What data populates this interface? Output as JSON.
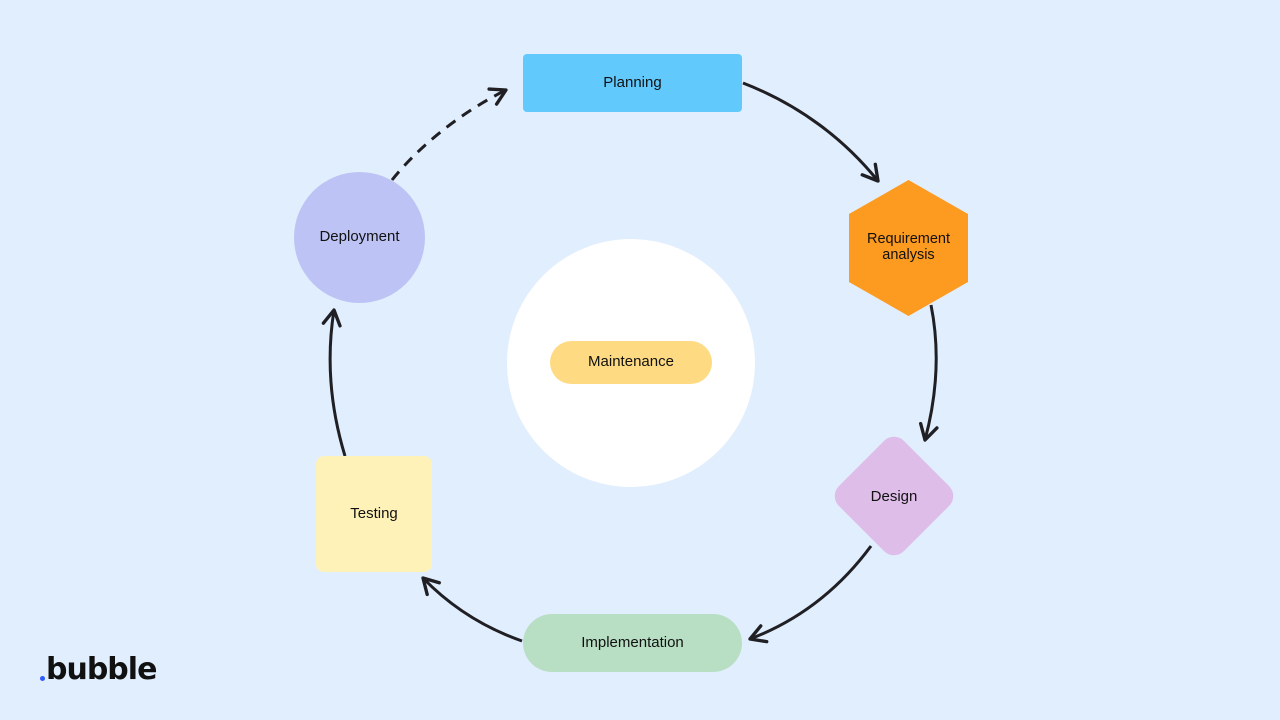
{
  "diagram": {
    "stages": {
      "planning": "Planning",
      "requirement_line1": "Requirement",
      "requirement_line2": "analysis",
      "design": "Design",
      "implementation": "Implementation",
      "testing": "Testing",
      "deployment": "Deployment"
    },
    "center": {
      "label": "Maintenance"
    },
    "flow": [
      {
        "from": "Planning",
        "to": "Requirement analysis",
        "style": "solid"
      },
      {
        "from": "Requirement analysis",
        "to": "Design",
        "style": "solid"
      },
      {
        "from": "Design",
        "to": "Implementation",
        "style": "solid"
      },
      {
        "from": "Implementation",
        "to": "Testing",
        "style": "solid"
      },
      {
        "from": "Testing",
        "to": "Deployment",
        "style": "solid"
      },
      {
        "from": "Deployment",
        "to": "Planning",
        "style": "dashed"
      }
    ]
  },
  "brand": {
    "logo_text": "bubble",
    "dot_color": "#2f5bff"
  },
  "colors": {
    "background": "#e1eefd",
    "planning": "#62c9fd",
    "requirement": "#fd9a20",
    "design": "#dfbde9",
    "implementation": "#b8dfc4",
    "testing": "#fff2b8",
    "deployment": "#bdc4f5",
    "maintenance": "#fedb82",
    "arrow": "#1f1f24"
  }
}
